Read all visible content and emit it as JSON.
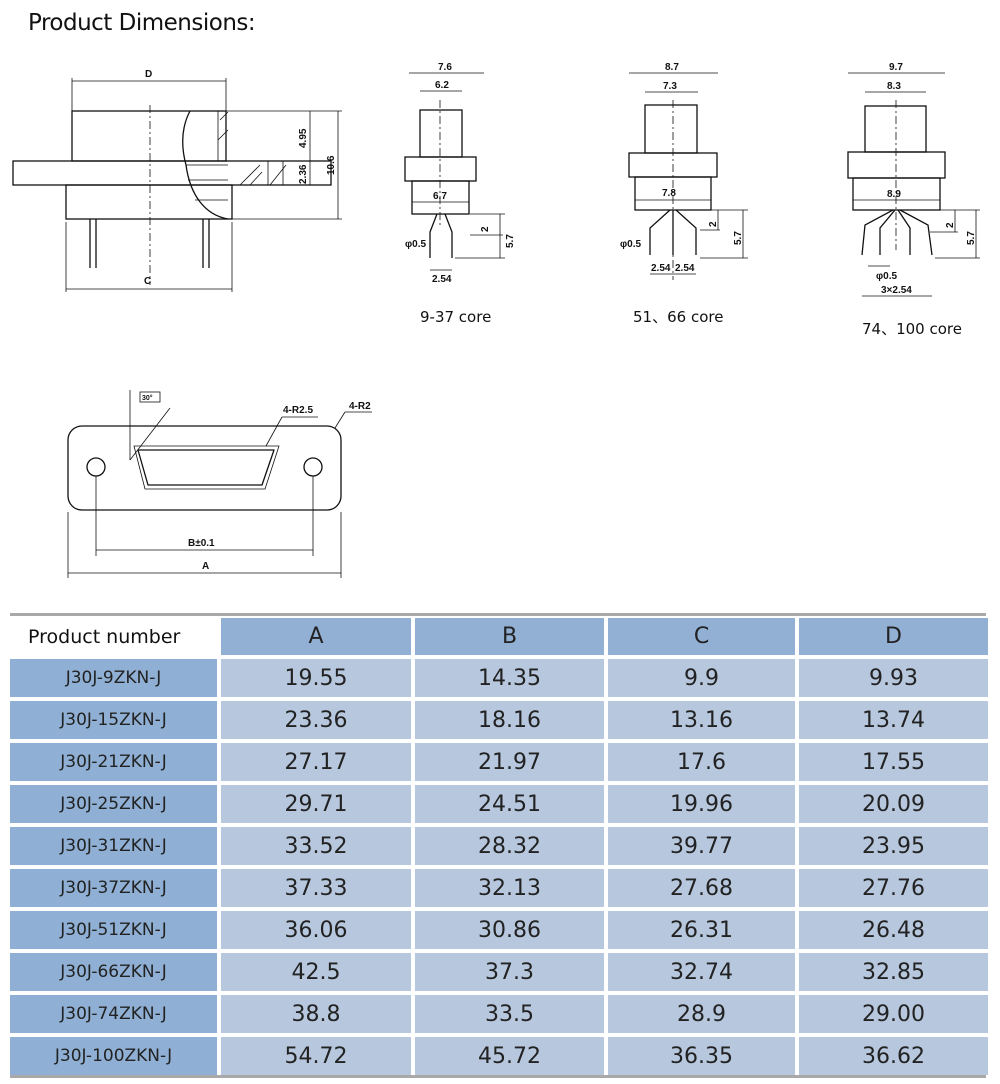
{
  "title": "Product Dimensions:",
  "drawing_side": {
    "D": "D",
    "C": "C",
    "h1": "4.95",
    "h2": "2.36",
    "h3": "10.6"
  },
  "drawing_9_37": {
    "w_top": "7.6",
    "w_inner": "6.2",
    "w_bottom": "6.7",
    "h_short": "2",
    "h_long": "5.7",
    "pin_dia": "φ0.5",
    "pitch": "2.54",
    "caption": "9-37 core"
  },
  "drawing_51_66": {
    "w_top": "8.7",
    "w_inner": "7.3",
    "w_bottom": "7.8",
    "h_short": "2",
    "h_long": "5.7",
    "pin_dia": "φ0.5",
    "pitch1": "2.54",
    "pitch2": "2.54",
    "caption": "51、66 core"
  },
  "drawing_74_100": {
    "w_top": "9.7",
    "w_inner": "8.3",
    "w_bottom": "8.9",
    "h_short": "2",
    "h_long": "5.7",
    "pin_dia": "φ0.5",
    "pitch": "3×2.54",
    "caption": "74、100 core"
  },
  "drawing_front": {
    "angle": "30°",
    "r_inner": "4-R2.5",
    "r_outer": "4-R2",
    "B": "B±0.1",
    "A": "A"
  },
  "table": {
    "headers": [
      "Product number",
      "A",
      "B",
      "C",
      "D"
    ],
    "rows": [
      [
        "J30J-9ZKN-J",
        "19.55",
        "14.35",
        "9.9",
        "9.93"
      ],
      [
        "J30J-15ZKN-J",
        "23.36",
        "18.16",
        "13.16",
        "13.74"
      ],
      [
        "J30J-21ZKN-J",
        "27.17",
        "21.97",
        "17.6",
        "17.55"
      ],
      [
        "J30J-25ZKN-J",
        "29.71",
        "24.51",
        "19.96",
        "20.09"
      ],
      [
        "J30J-31ZKN-J",
        "33.52",
        "28.32",
        "39.77",
        "23.95"
      ],
      [
        "J30J-37ZKN-J",
        "37.33",
        "32.13",
        "27.68",
        "27.76"
      ],
      [
        "J30J-51ZKN-J",
        "36.06",
        "30.86",
        "26.31",
        "26.48"
      ],
      [
        "J30J-66ZKN-J",
        "42.5",
        "37.3",
        "32.74",
        "32.85"
      ],
      [
        "J30J-74ZKN-J",
        "38.8",
        "33.5",
        "28.9",
        "29.00"
      ],
      [
        "J30J-100ZKN-J",
        "54.72",
        "45.72",
        "36.35",
        "36.62"
      ]
    ]
  }
}
